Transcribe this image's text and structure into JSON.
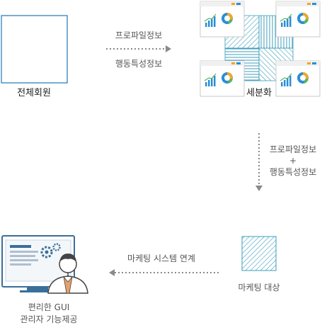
{
  "labels": {
    "all_members": "전체회원",
    "segmentation": "세분화",
    "step1_line1": "프로파일정보",
    "step1_line2": "행동특성정보",
    "step2_line1": "프로파일정보",
    "step2_plus": "+",
    "step2_line3": "행동특성정보",
    "marketing_target": "마케팅 대상",
    "marketing_link": "마케팅 시스템 연계",
    "admin_line1": "편리한 GUI",
    "admin_line2": "관리자 기능제공"
  },
  "colors": {
    "border": "#1f77b4",
    "hatch": "#3c9dbb",
    "arrow": "#8a8a8a",
    "chart_blue": "#2a8ed6",
    "chart_orange": "#f5a623",
    "chart_green": "#59b55c",
    "window_header": "#f0f0f0",
    "person_shirt": "#e6a06a",
    "monitor": "#3a6f9a"
  },
  "icons": {
    "dashboard_card": "dashboard-card-icon",
    "arrow": "dotted-arrow",
    "admin": "admin-person-computer-icon"
  }
}
